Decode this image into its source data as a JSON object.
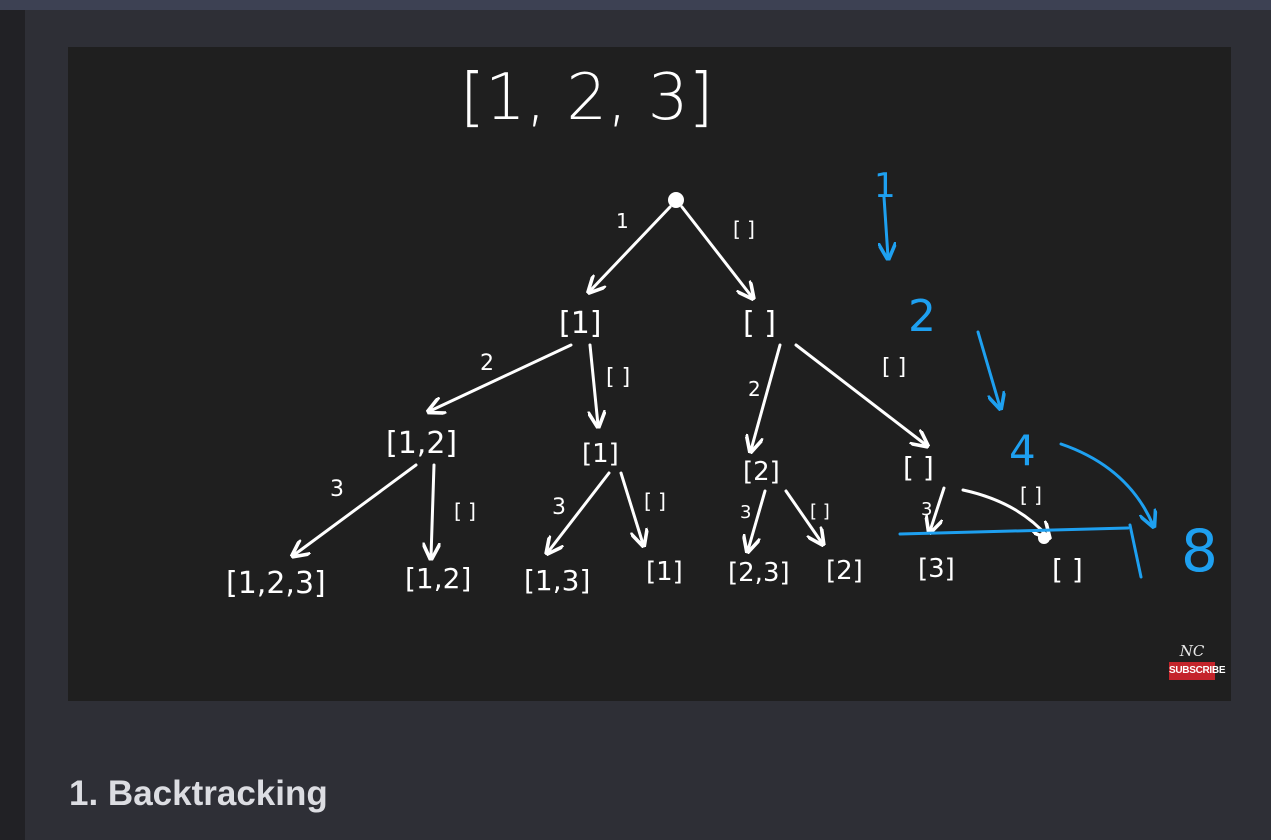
{
  "video": {
    "input_array": "[1, 2, 3]",
    "tree": {
      "edge_labels": {
        "root_left": "1",
        "root_right": "[ ]",
        "n1_left": "2",
        "n1_right": "[ ]",
        "e_left": "2",
        "e_right": "[ ]",
        "n12_left": "3",
        "n12_right": "[ ]",
        "n1b_left": "3",
        "n1b_right": "[ ]",
        "n2_left": "3",
        "n2_right": "[ ]",
        "ee_left": "3",
        "ee_right": "[ ]"
      },
      "level1": [
        "[1]",
        "[ ]"
      ],
      "level2": [
        "[1,2]",
        "[1]",
        "[2]",
        "[ ]"
      ],
      "leaves": [
        "[1,2,3]",
        "[1,2]",
        "[1,3]",
        "[1]",
        "[2,3]",
        "[2]",
        "[3]",
        "[ ]"
      ]
    },
    "annotations": {
      "counts": [
        "1",
        "2",
        "4",
        "8"
      ]
    },
    "watermark": {
      "logo": "NC",
      "subscribe": "SUBSCRIBE"
    }
  },
  "section": {
    "title": "1. Backtracking"
  },
  "colors": {
    "ink": "#ffffff",
    "annotation_blue": "#1ea0f0",
    "subscribe_red": "#c4242b"
  }
}
